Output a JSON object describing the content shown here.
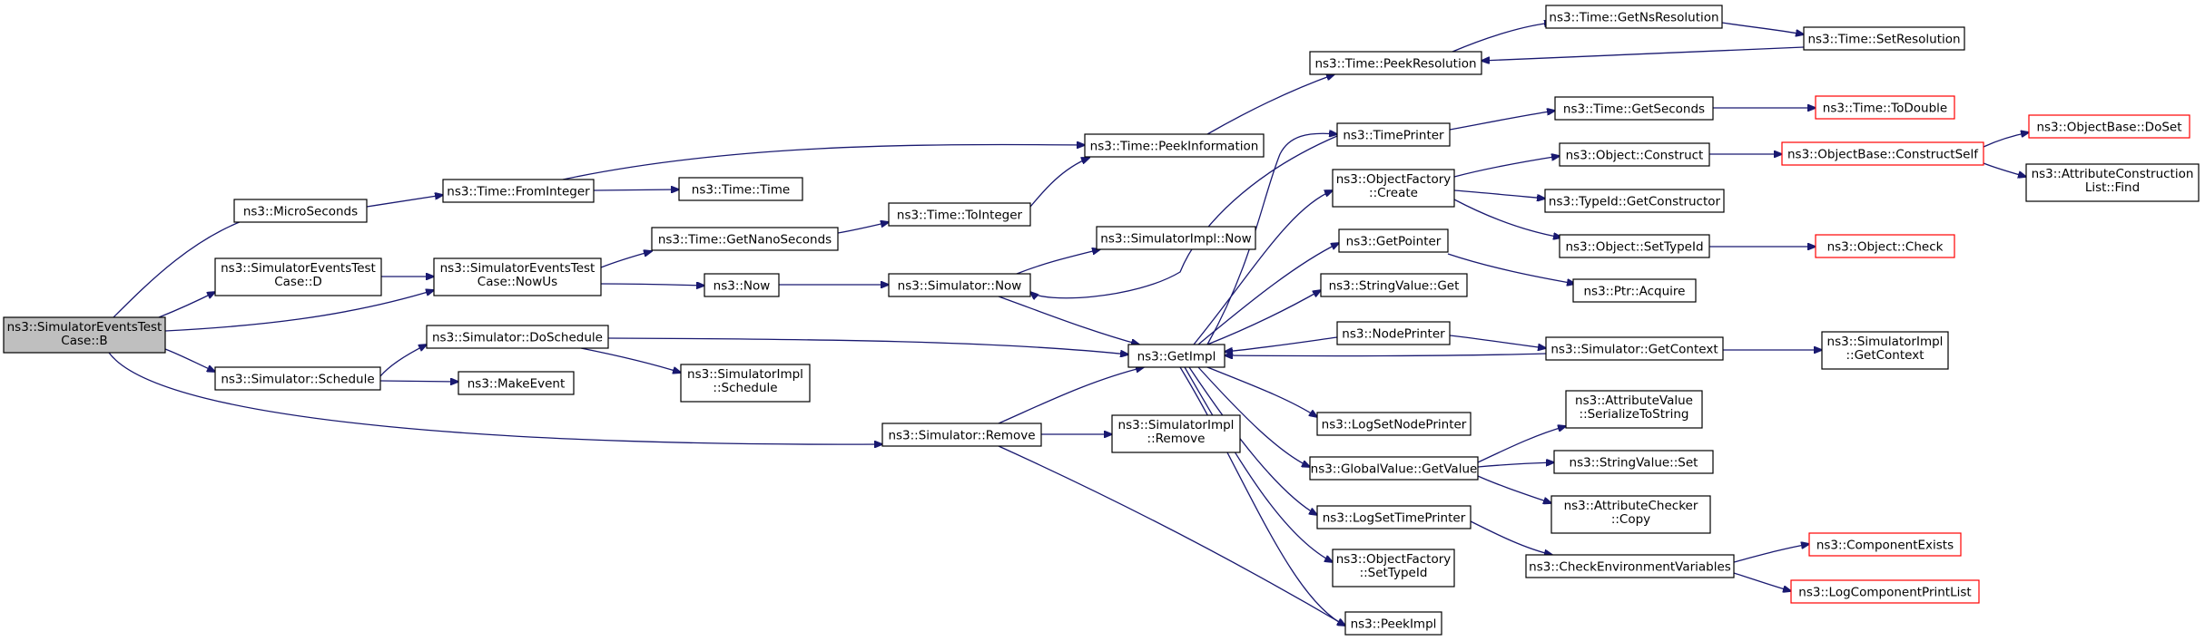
{
  "nodes": {
    "root": [
      "ns3::SimulatorEventsTest",
      "Case::B"
    ],
    "microseconds": [
      "ns3::MicroSeconds"
    ],
    "sim_events_d": [
      "ns3::SimulatorEventsTest",
      "Case::D"
    ],
    "sim_events_nowus": [
      "ns3::SimulatorEventsTest",
      "Case::NowUs"
    ],
    "sim_schedule": [
      "ns3::Simulator::Schedule"
    ],
    "sim_doschedule": [
      "ns3::Simulator::DoSchedule"
    ],
    "make_event": [
      "ns3::MakeEvent"
    ],
    "simimpl_schedule": [
      "ns3::SimulatorImpl",
      "::Schedule"
    ],
    "time_frominteger": [
      "ns3::Time::FromInteger"
    ],
    "time_time": [
      "ns3::Time::Time"
    ],
    "time_getnanoseconds": [
      "ns3::Time::GetNanoSeconds"
    ],
    "time_tointeger": [
      "ns3::Time::ToInteger"
    ],
    "time_peekinformation": [
      "ns3::Time::PeekInformation"
    ],
    "time_peekresolution": [
      "ns3::Time::PeekResolution"
    ],
    "time_getnsresolution": [
      "ns3::Time::GetNsResolution"
    ],
    "time_setresolution": [
      "ns3::Time::SetResolution"
    ],
    "now": [
      "ns3::Now"
    ],
    "sim_now": [
      "ns3::Simulator::Now"
    ],
    "simimpl_now": [
      "ns3::SimulatorImpl::Now"
    ],
    "sim_remove": [
      "ns3::Simulator::Remove"
    ],
    "simimpl_remove": [
      "ns3::SimulatorImpl",
      "::Remove"
    ],
    "getimpl": [
      "ns3::GetImpl"
    ],
    "timeprinter": [
      "ns3::TimePrinter"
    ],
    "objfactory_create": [
      "ns3::ObjectFactory",
      "::Create"
    ],
    "getpointer": [
      "ns3::GetPointer"
    ],
    "stringvalue_get": [
      "ns3::StringValue::Get"
    ],
    "nodeprinter": [
      "ns3::NodePrinter"
    ],
    "logsetnodeprinter": [
      "ns3::LogSetNodePrinter"
    ],
    "globalvalue_getvalue": [
      "ns3::GlobalValue::GetValue"
    ],
    "logsettimeprinter": [
      "ns3::LogSetTimePrinter"
    ],
    "objfactory_settypeid": [
      "ns3::ObjectFactory",
      "::SetTypeId"
    ],
    "peekimpl": [
      "ns3::PeekImpl"
    ],
    "time_getseconds": [
      "ns3::Time::GetSeconds"
    ],
    "time_todouble": [
      "ns3::Time::ToDouble"
    ],
    "object_construct": [
      "ns3::Object::Construct"
    ],
    "objectbase_constructself": [
      "ns3::ObjectBase::ConstructSelf"
    ],
    "objectbase_doset": [
      "ns3::ObjectBase::DoSet"
    ],
    "attrconstructionlist_find": [
      "ns3::AttributeConstruction",
      "List::Find"
    ],
    "typeid_getconstructor": [
      "ns3::TypeId::GetConstructor"
    ],
    "object_settypeid": [
      "ns3::Object::SetTypeId"
    ],
    "object_check": [
      "ns3::Object::Check"
    ],
    "ptr_acquire": [
      "ns3::Ptr::Acquire"
    ],
    "sim_getcontext": [
      "ns3::Simulator::GetContext"
    ],
    "simimpl_getcontext": [
      "ns3::SimulatorImpl",
      "::GetContext"
    ],
    "attrvalue_serialize": [
      "ns3::AttributeValue",
      "::SerializeToString"
    ],
    "stringvalue_set": [
      "ns3::StringValue::Set"
    ],
    "attrchecker_copy": [
      "ns3::AttributeChecker",
      "::Copy"
    ],
    "check_env_vars": [
      "ns3::CheckEnvironmentVariables"
    ],
    "component_exists": [
      "ns3::ComponentExists"
    ],
    "logcomponent_printlist": [
      "ns3::LogComponentPrintList"
    ]
  },
  "style": {
    "edge_color": "#191970",
    "root_fill": "#bfbfbf",
    "truncated_border": "#ff0000"
  }
}
